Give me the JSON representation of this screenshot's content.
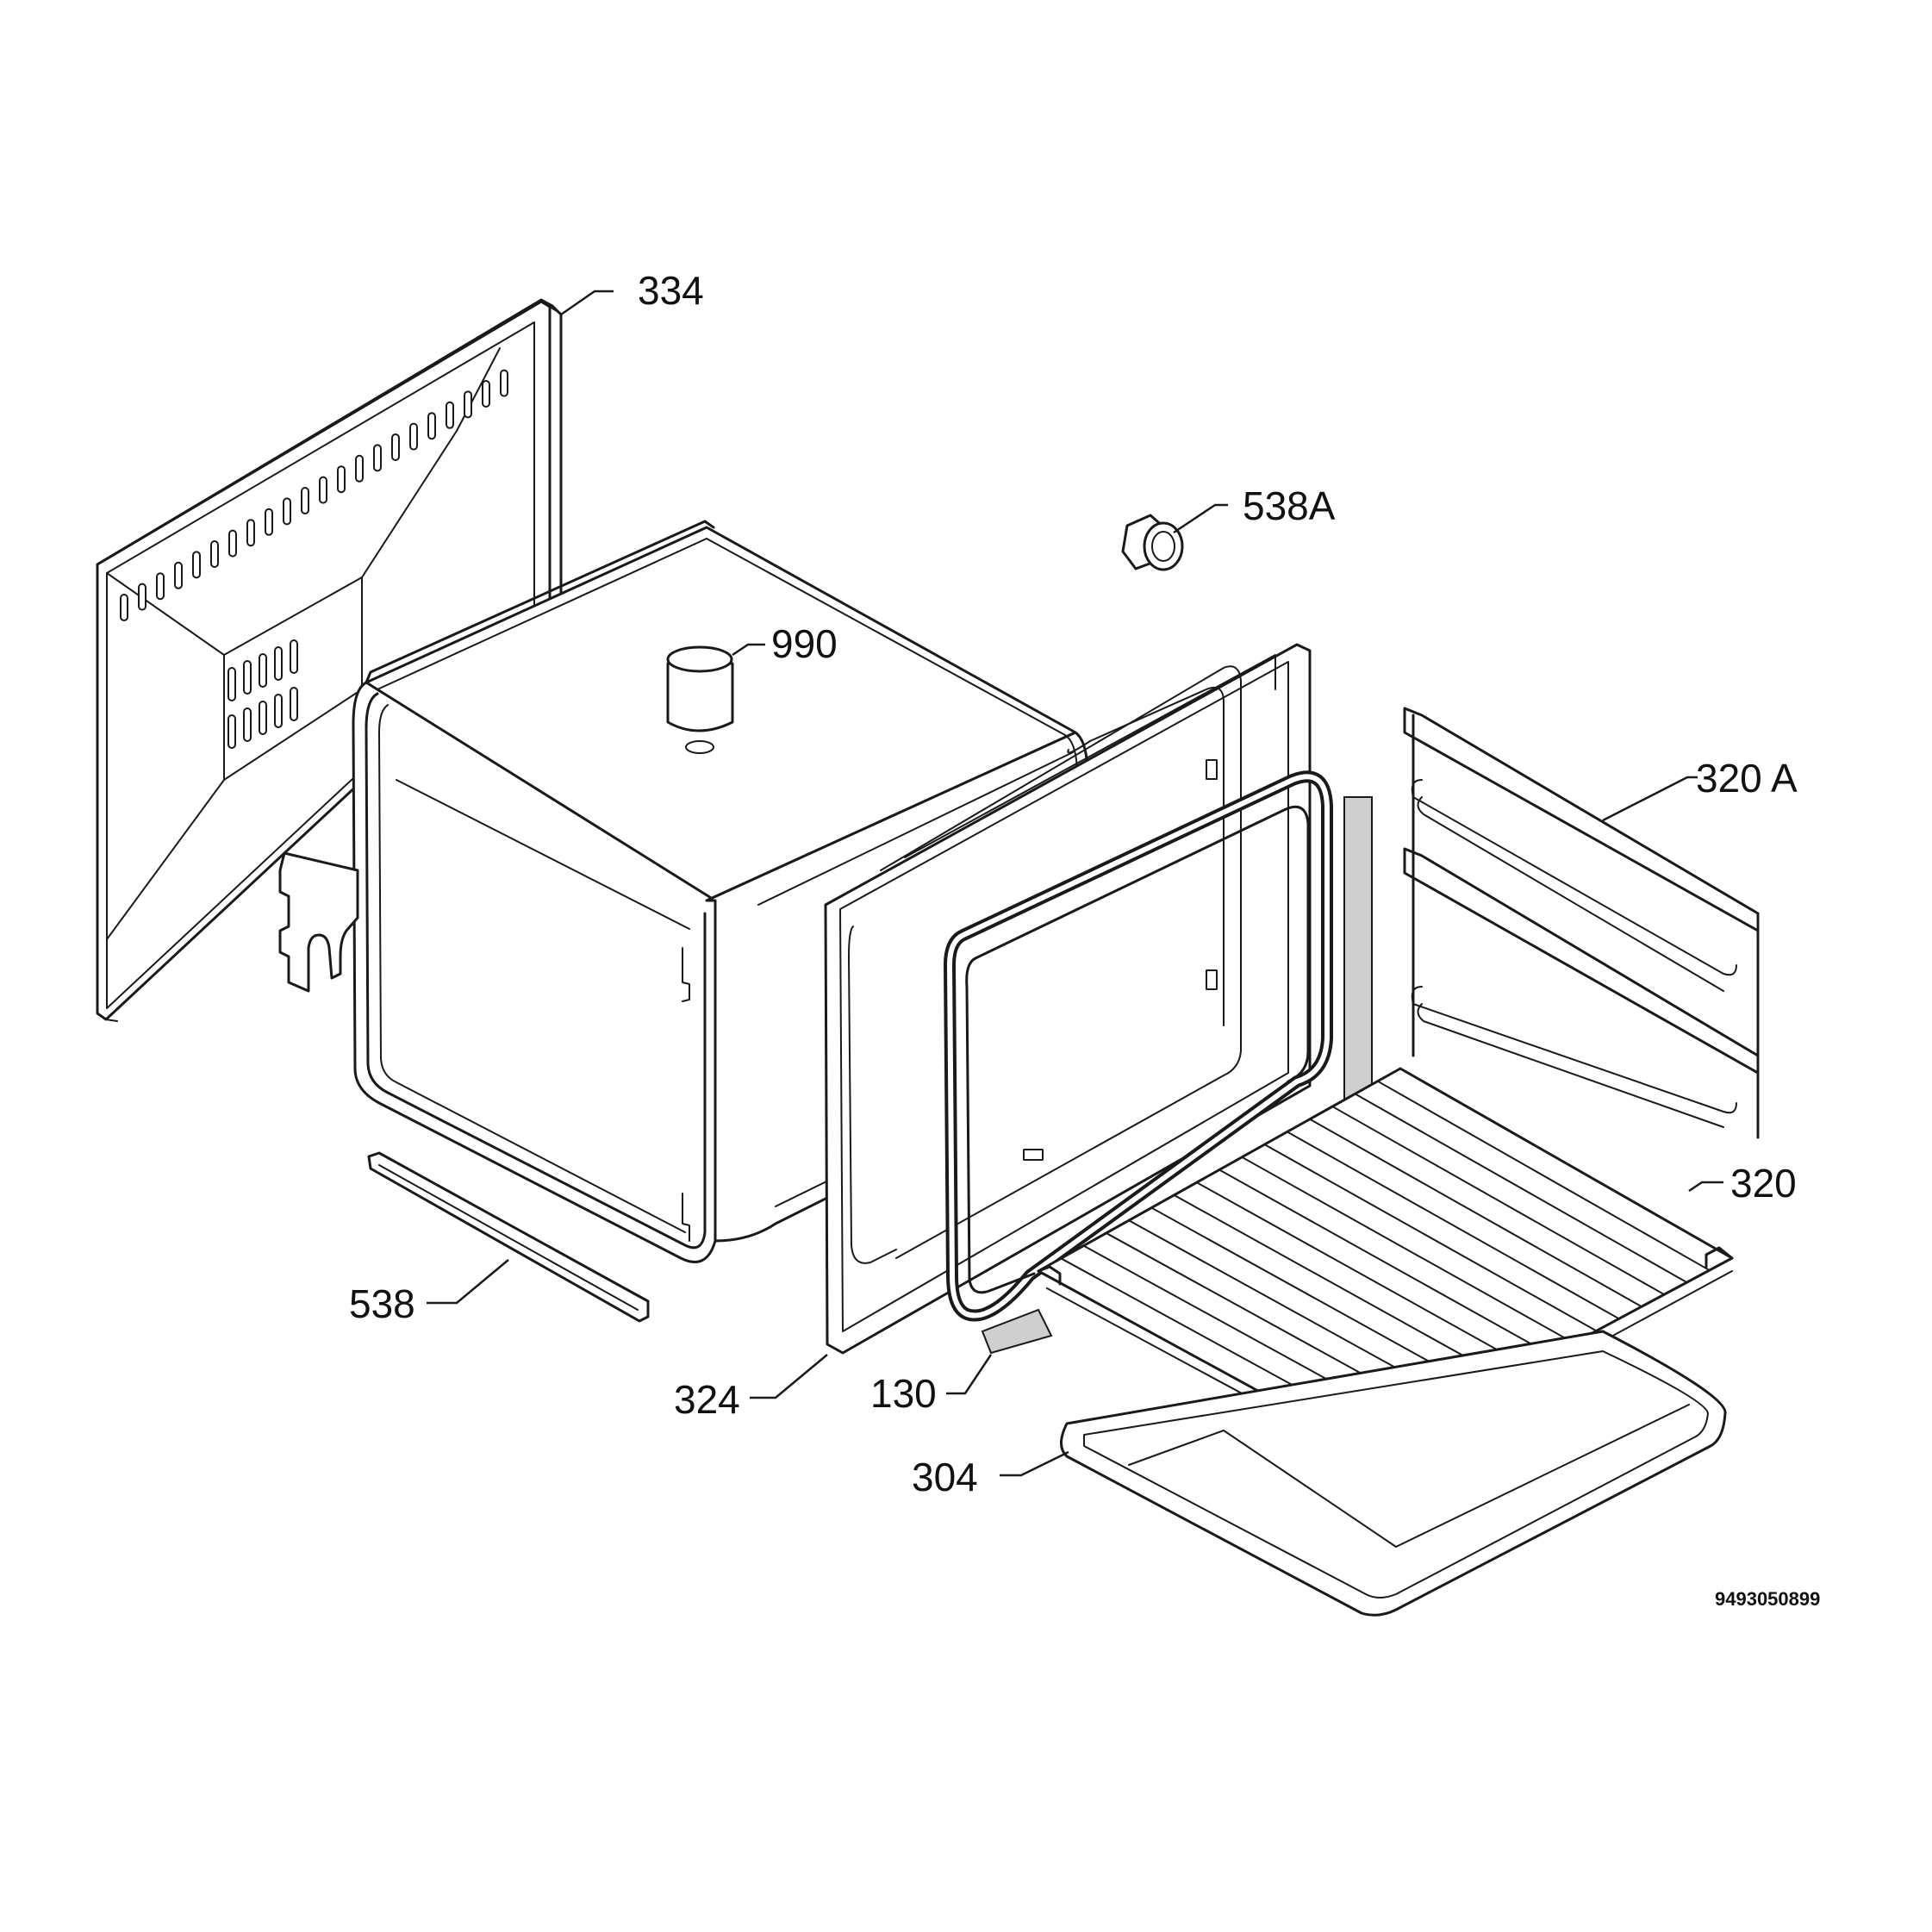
{
  "parts": [
    {
      "id": "p334",
      "label": "334",
      "name": "back-panel"
    },
    {
      "id": "p538A",
      "label": "538A",
      "name": "lamp-holder"
    },
    {
      "id": "p990",
      "label": "990",
      "name": "cylinder-fitting"
    },
    {
      "id": "p320A",
      "label": "320 A",
      "name": "side-shelf-support"
    },
    {
      "id": "p320",
      "label": "320",
      "name": "wire-shelf"
    },
    {
      "id": "p538",
      "label": "538",
      "name": "bottom-rail"
    },
    {
      "id": "p324",
      "label": "324",
      "name": "front-frame"
    },
    {
      "id": "p130",
      "label": "130",
      "name": "door-gasket"
    },
    {
      "id": "p304",
      "label": "304",
      "name": "baking-tray"
    }
  ],
  "diagram_code": "9493050899"
}
